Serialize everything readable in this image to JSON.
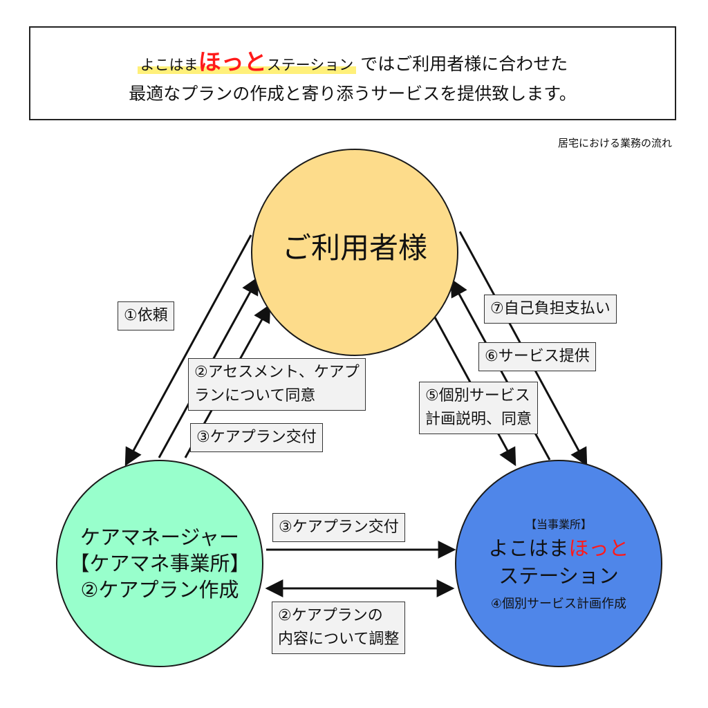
{
  "header": {
    "brand_pre": "よこはま",
    "brand_mid": "ほっと",
    "brand_post": "ステーション",
    "line1_rest": "ではご利用者様に合わせた",
    "line2": "最適なプランの作成と寄り添うサービスを提供致します。"
  },
  "caption": "居宅における業務の流れ",
  "nodes": {
    "user": "ご利用者様",
    "manager_line1": "ケアマネージャー",
    "manager_line2": "【ケアマネ事業所】",
    "manager_line3": "②ケアプラン作成",
    "station_tag": "【当事業所】",
    "station_line1_pre": "よこはま",
    "station_line1_red": "ほっと",
    "station_line2": "ステーション",
    "station_line3": "④個別サービス計画作成"
  },
  "flows": {
    "f1": "①依頼",
    "f2a_line1": "②アセスメント、ケアプ",
    "f2a_line2": "ランについて同意",
    "f3a": "③ケアプラン交付",
    "f3b": "③ケアプラン交付",
    "f2b_line1": "②ケアプランの",
    "f2b_line2": "内容について調整",
    "f5_line1": "⑤個別サービス",
    "f5_line2": "計画説明、同意",
    "f6": "⑥サービス提供",
    "f7": "⑦自己負担支払い"
  },
  "colors": {
    "user_circle": "#fddc8b",
    "manager_circle": "#98ffcc",
    "station_circle": "#4f86e9",
    "accent_red": "#ff1a1a",
    "brand_highlight": "#fff07a",
    "label_bg": "#f2f2f2"
  }
}
